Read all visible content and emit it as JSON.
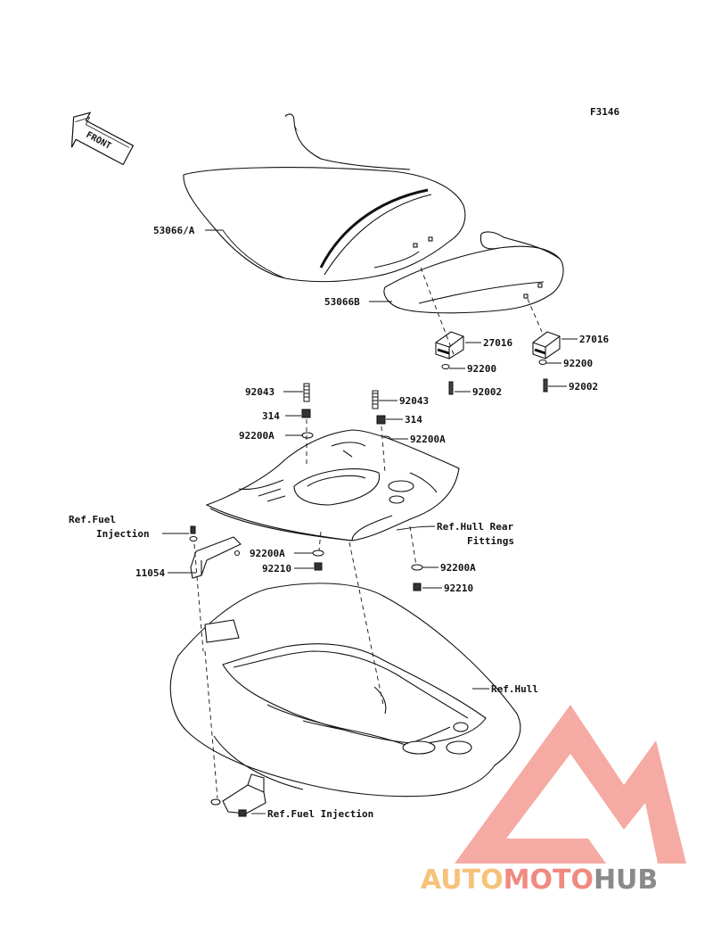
{
  "figure_code": "F3146",
  "front_arrow": {
    "text": "FRONT"
  },
  "labels": {
    "seat_front": "53066/A",
    "seat_rear": "53066B",
    "cushion_left": "27016",
    "cushion_right": "27016",
    "washer_left_top": "92200",
    "washer_right_top": "92200",
    "bolt_left_top": "92002",
    "bolt_right_top": "92002",
    "stud_left": "92043",
    "stud_right": "92043",
    "nut_left": "314",
    "nut_right": "314",
    "washer_a_left": "92200A",
    "washer_a_right": "92200A",
    "ref_fuel_injection_top_1": "Ref.Fuel",
    "ref_fuel_injection_top_2": "Injection",
    "bracket": "11054",
    "washer_a_lower_left": "92200A",
    "nut_lower_left": "92210",
    "ref_hull_rear_1": "Ref.Hull Rear",
    "ref_hull_rear_2": "Fittings",
    "washer_a_lower_right": "92200A",
    "nut_lower_right": "92210",
    "ref_hull": "Ref.Hull",
    "ref_fuel_injection_bottom": "Ref.Fuel Injection"
  },
  "watermark": {
    "part_auto": "AUTO",
    "part_moto": "MOTO",
    "part_hub": "HUB",
    "color_auto": "#f6c27a",
    "color_moto": "#f08a80",
    "color_hub": "#8a8a8a",
    "logo_color": "#f39b93"
  }
}
